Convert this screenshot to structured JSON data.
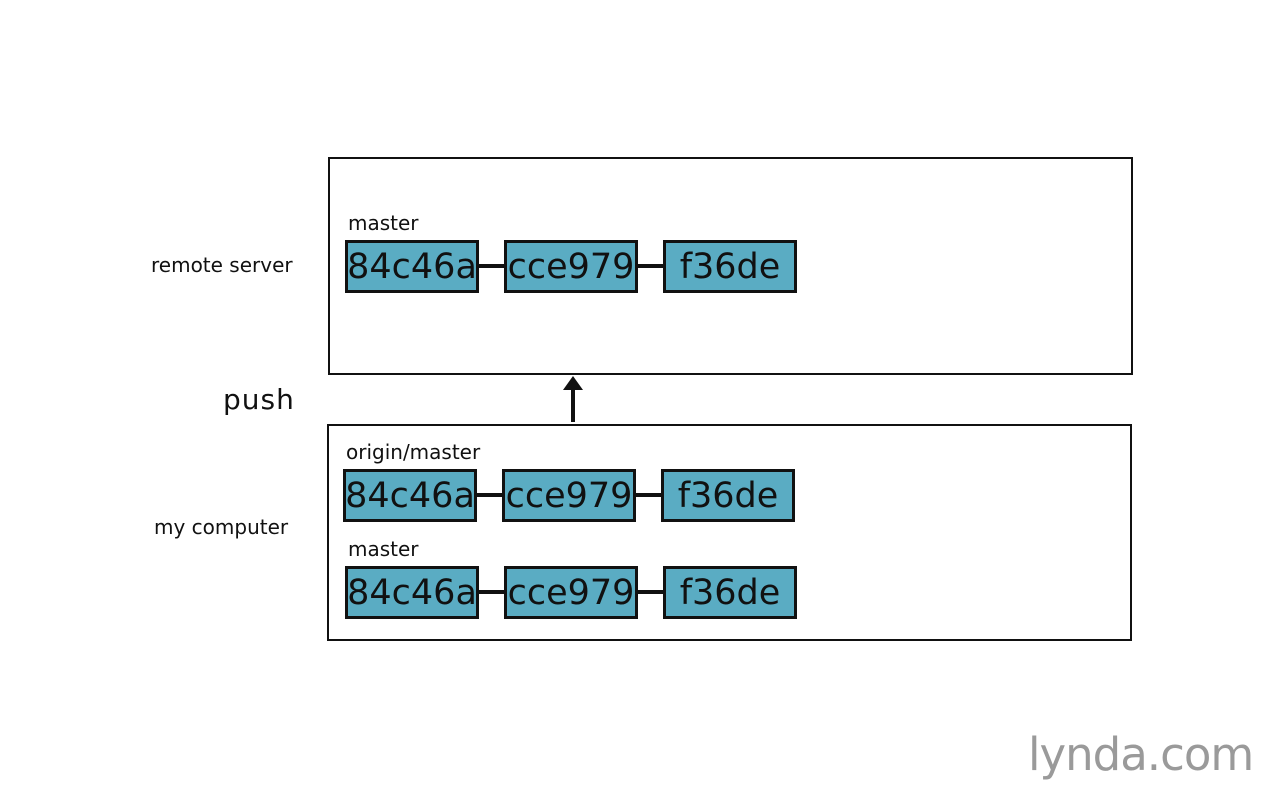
{
  "labels": {
    "remote": "remote server",
    "push": "push",
    "local": "my computer"
  },
  "remote": {
    "branch": "master",
    "commits": [
      "84c46a",
      "cce979",
      "f36de"
    ]
  },
  "local": {
    "origin_branch": "origin/master",
    "origin_commits": [
      "84c46a",
      "cce979",
      "f36de"
    ],
    "master_branch": "master",
    "master_commits": [
      "84c46a",
      "cce979",
      "f36de"
    ]
  },
  "watermark": "lynda.com",
  "colors": {
    "commit_fill": "#5aacc3",
    "outline": "#111111",
    "watermark": "#9a9a9a"
  }
}
